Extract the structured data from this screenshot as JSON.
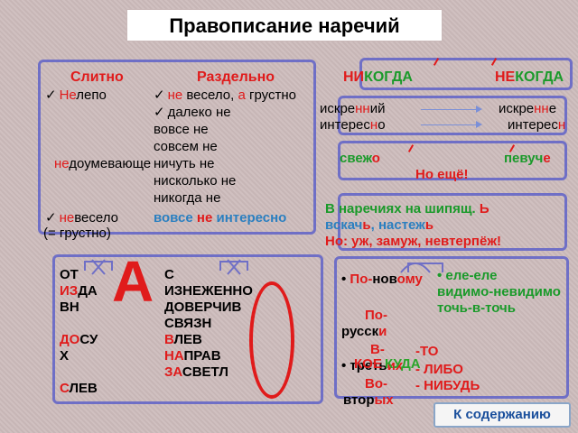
{
  "title": "Правописание наречий",
  "left_panel": {
    "head_slitno": "Слитно",
    "head_razdelno": "Раздельно",
    "s1": [
      "Не",
      "лепо"
    ],
    "s2": [
      "не",
      "доумевающе"
    ],
    "s3": [
      "не",
      "весело"
    ],
    "s4": "(= грустно)",
    "r1": [
      "не",
      " весело, ",
      "а",
      " грустно"
    ],
    "r2": "далеко не",
    "r3": "вовсе не",
    "r4": "совсем не",
    "r5": "ничуть не",
    "r6": "нисколько не",
    "r7": "никогда не",
    "r8": [
      "вовсе",
      " не ",
      "интересно"
    ]
  },
  "top_right": {
    "w1": [
      "НИ",
      "КОГДА"
    ],
    "w2": [
      "НЕ",
      "КОГДА"
    ]
  },
  "nn_panel": {
    "a1": [
      "искре",
      "нн",
      "ий"
    ],
    "a2": [
      "интерес",
      "н",
      "о"
    ],
    "b1": [
      "искре",
      "нн",
      "е"
    ],
    "b2": [
      "интерес",
      "н"
    ]
  },
  "o_e_panel": {
    "w1": [
      "свеж",
      "о"
    ],
    "w2": [
      "певуч",
      "е"
    ],
    "note": "Но ещё!"
  },
  "hush_panel": {
    "line1": [
      "В наречиях на шипящ.  ",
      "Ь"
    ],
    "line2": [
      "вскач",
      "ь",
      ", настеж",
      "ь"
    ],
    "line3": "Но: уж, замуж, невтерпёж!"
  },
  "a_panel": {
    "big_letter": "А",
    "c1": [
      "ОТ",
      ""
    ],
    "c2": [
      "ИЗ",
      "ДА"
    ],
    "c3": "ВН",
    "c4": [
      "ДО",
      "СУ"
    ],
    "c5": "Х",
    "c6": [
      "С",
      "ЛЕВ"
    ],
    "d1": "С",
    "d2": "ИЗНЕЖЕННО",
    "d3": "ДОВЕРЧИВ",
    "d4": "СВЯЗН",
    "d5": [
      "В",
      "ЛЕВ"
    ],
    "d6": [
      "НА",
      "ПРАВ"
    ],
    "d7": [
      "ЗА",
      "СВЕТЛ"
    ]
  },
  "hyphen_panel": {
    "p1": [
      "По-",
      "нов",
      "ому"
    ],
    "p2": "По-",
    "p3": [
      "русск",
      "и"
    ],
    "p4": "В-",
    "p5": [
      "треть",
      "их"
    ],
    "p6": "Во-",
    "p7": [
      "втор",
      "ых"
    ],
    "koe": "КОЕ",
    "kuda": "КУДА",
    "q1": "еле-еле",
    "q2": "видимо-невидимо",
    "q3": "точь-в-точь",
    "q4": "-ТО",
    "q5": "- ЛИБО",
    "q6": "- НИБУДЬ"
  },
  "contents_button": "К содержанию"
}
